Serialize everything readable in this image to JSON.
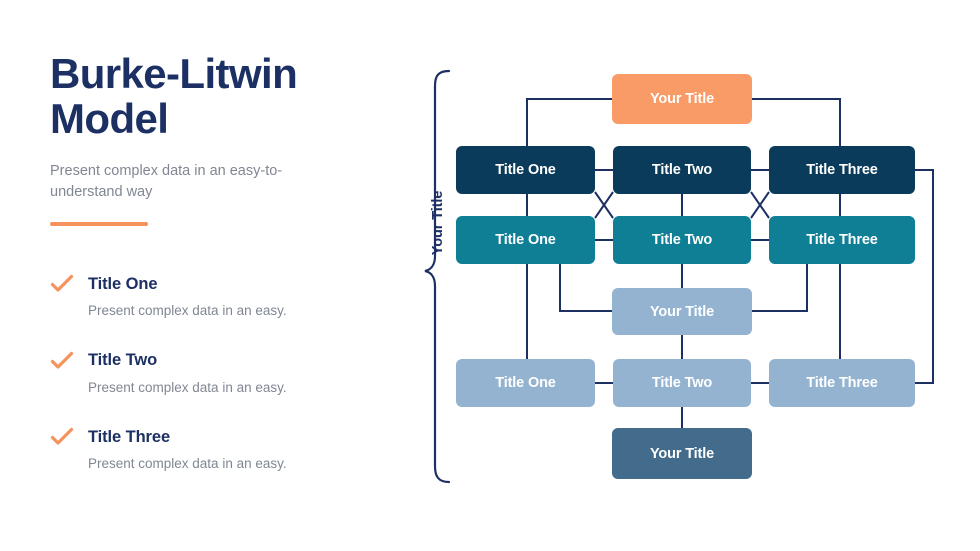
{
  "slide": {
    "title": "Burke-Litwin Model",
    "subtitle": "Present complex data in an easy-to-understand way",
    "accent_color": "#F6925C",
    "title_color": "#1D3064",
    "body_color": "#808793"
  },
  "bullets": [
    {
      "icon": "check-icon",
      "title": "Title One",
      "desc": "Present complex data in an easy."
    },
    {
      "icon": "check-icon",
      "title": "Title Two",
      "desc": "Present complex data in an easy."
    },
    {
      "icon": "check-icon",
      "title": "Title Three",
      "desc": "Present complex data in an easy."
    }
  ],
  "diagram": {
    "axis_label": "Your Title",
    "brace_color": "#1D3064",
    "connector_color": "#1D3064",
    "palette": {
      "orange": "#F99B67",
      "navy": "#0B3B5A",
      "teal": "#0F7F96",
      "light_blue": "#93B3D0",
      "slate": "#426B8C"
    },
    "nodes": [
      {
        "id": "top",
        "label": "Your Title",
        "color_key": "orange"
      },
      {
        "id": "navy-1",
        "label": "Title One",
        "color_key": "navy"
      },
      {
        "id": "navy-2",
        "label": "Title Two",
        "color_key": "navy"
      },
      {
        "id": "navy-3",
        "label": "Title Three",
        "color_key": "navy"
      },
      {
        "id": "teal-1",
        "label": "Title One",
        "color_key": "teal"
      },
      {
        "id": "teal-2",
        "label": "Title Two",
        "color_key": "teal"
      },
      {
        "id": "teal-3",
        "label": "Title Three",
        "color_key": "teal"
      },
      {
        "id": "mid",
        "label": "Your Title",
        "color_key": "light_blue"
      },
      {
        "id": "lblue-1",
        "label": "Title One",
        "color_key": "light_blue"
      },
      {
        "id": "lblue-2",
        "label": "Title Two",
        "color_key": "light_blue"
      },
      {
        "id": "lblue-3",
        "label": "Title Three",
        "color_key": "light_blue"
      },
      {
        "id": "bottom",
        "label": "Your Title",
        "color_key": "slate"
      }
    ]
  }
}
